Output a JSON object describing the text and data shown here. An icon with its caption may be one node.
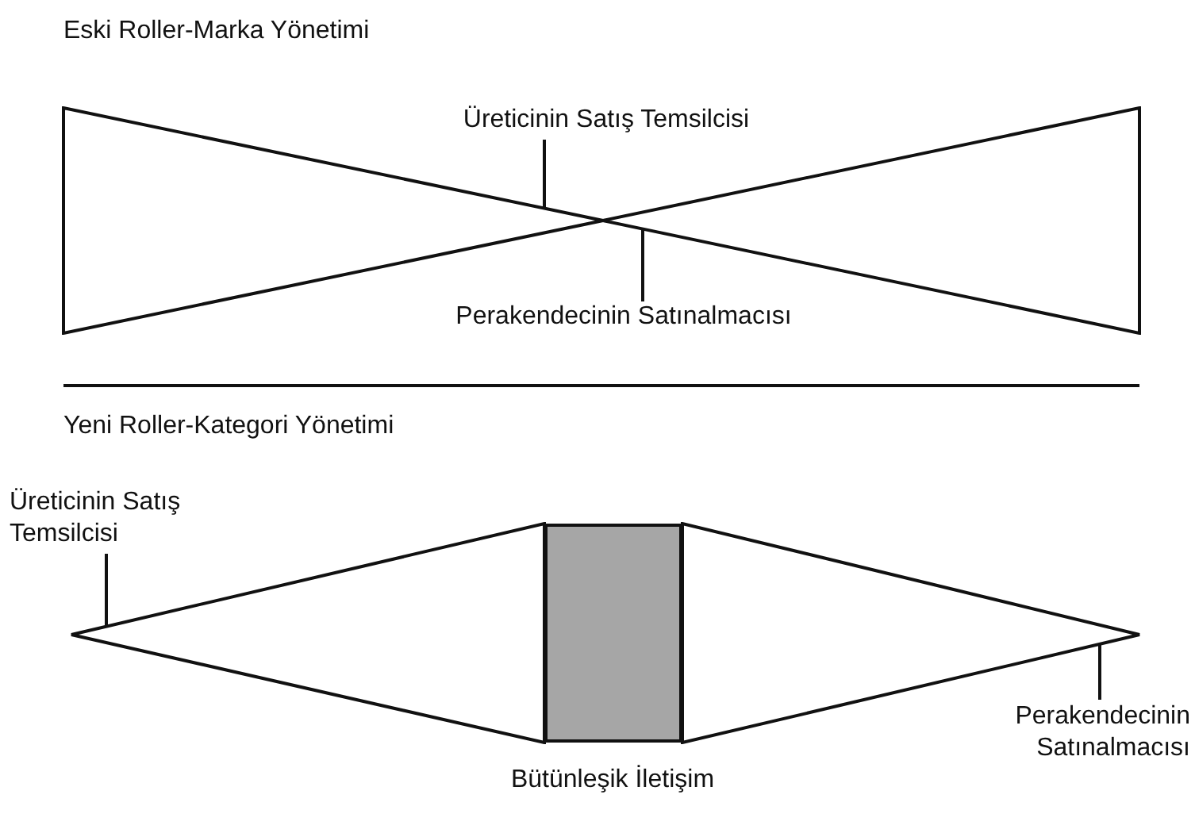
{
  "diagram": {
    "nodes": [
      {
        "text": [
          "Üreticinin Satış Temsilcisi"
        ]
      },
      {
        "text": [],
        "shape": "triangle"
      },
      {
        "text": [],
        "shape": "triangle"
      },
      {
        "text": [
          "Perakendecinin Satınalmacısı"
        ]
      },
      {
        "text": [
          "Üreticinin Satış Temsilcisi"
        ]
      },
      {
        "text": [],
        "shape": "triangle"
      },
      {
        "text": [
          "Bütünleşik İletişim"
        ]
      },
      {
        "text": [],
        "shape": "triangle"
      },
      {
        "text": [
          "Perakendecinin Satınalmacısı"
        ]
      }
    ],
    "edges": [
      {
        "from": 0,
        "to": 1,
        "arrow": "none"
      },
      {
        "from": 3,
        "to": 2,
        "arrow": "none"
      },
      {
        "from": 4,
        "to": 5,
        "arrow": "none"
      },
      {
        "from": 8,
        "to": 7,
        "arrow": "none"
      }
    ],
    "labels": [
      "Eski Roller-Marka Yönetimi",
      "Yeni Roller-Kategori Yönetimi"
    ]
  }
}
